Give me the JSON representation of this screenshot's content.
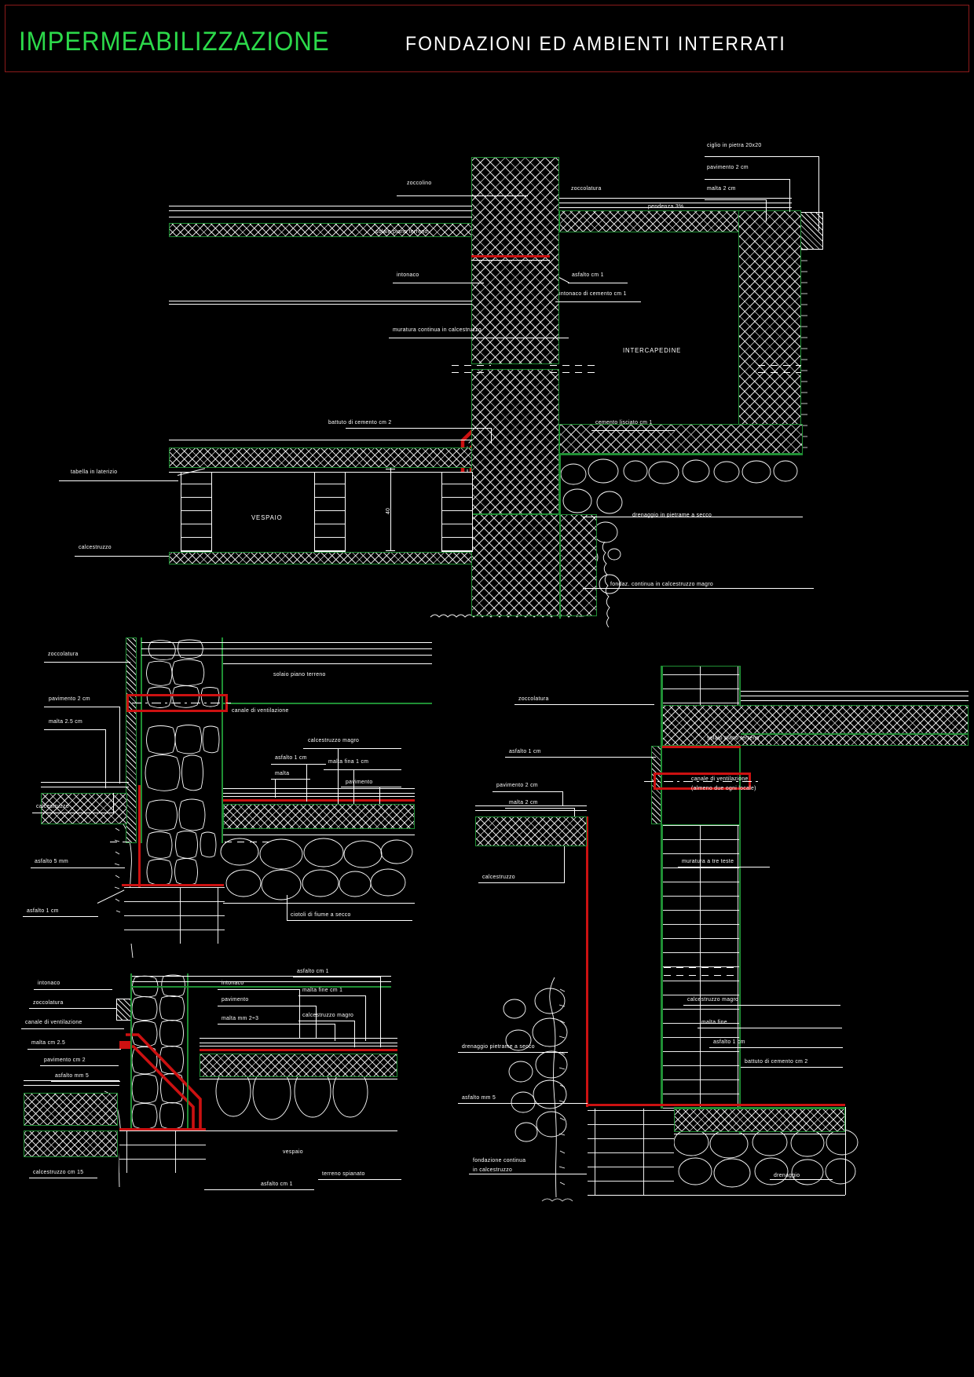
{
  "title": {
    "main": "IMPERMEABILIZZAZIONE",
    "sub": "FONDAZIONI ED AMBIENTI INTERRATI",
    "main_color": "#2cd94a",
    "sub_color": "#ffffff",
    "border_color": "#8b1a1a"
  },
  "palette": {
    "background": "#000000",
    "line": "#ffffff",
    "green": "#1f8f34",
    "red": "#cc1111"
  },
  "details": [
    {
      "id": "detail-top",
      "name": "fondazione con intercapedine e vespaio",
      "labels": [
        "zoccolino",
        "zoccolatura",
        "ciglio in pietra 20x20",
        "pavimento 2 cm",
        "malta 2 cm",
        "pendenza 3%",
        "solaio piano terreno",
        "intonaco",
        "asfalto cm 1",
        "intonaco di cemento cm 1",
        "muratura continua in calcestruzzo",
        "INTERCAPEDINE",
        "battuto di cemento cm 2",
        "cemento lisciato cm 1",
        "tabella in laterizio",
        "VESPAIO",
        "40",
        "drenaggio in pietrame a secco",
        "calcestruzzo",
        "fondaz. continua in calcestruzzo magro"
      ]
    },
    {
      "id": "detail-mid-left",
      "name": "muratura in pietrame con canale di ventilazione",
      "labels": [
        "zoccolatura",
        "pavimento 2 cm",
        "malta 2.5 cm",
        "calcestruzzo",
        "asfalto 5 mm",
        "asfalto 1 cm",
        "solaio piano terreno",
        "canale di ventilazione",
        "calcestruzzo magro",
        "malta fina 1 cm",
        "pavimento",
        "asfalto 1 cm",
        "malta",
        "ciotoli di fiume a secco"
      ]
    },
    {
      "id": "detail-right",
      "name": "muratura a tre teste con drenaggio",
      "labels": [
        "zoccolatura",
        "asfalto 1 cm",
        "pavimento 2 cm",
        "malta 2 cm",
        "calcestruzzo",
        "solaio piano terreno",
        "canale di ventilazione",
        "(almeno due ogni locale)",
        "muratura a tre teste",
        "drenaggio pietrame a secco",
        "asfalto mm 5",
        "calcestruzzo magro",
        "malta fine",
        "asfalto 1 cm",
        "battuto di cemento cm 2",
        "fondazione continua",
        "in calcestruzzo",
        "drenaggio"
      ]
    },
    {
      "id": "detail-bottom-left",
      "name": "zoccolatura con canale di ventilazione e vespaio",
      "labels": [
        "intonaco",
        "zoccolatura",
        "canale di ventilazione",
        "malta cm 2.5",
        "pavimento cm 2",
        "asfalto mm 5",
        "intonaco",
        "pavimento",
        "malta mm 2÷3",
        "asfalto cm 1",
        "malta fine cm 1",
        "calcestruzzo magro",
        "calcestruzzo cm 15",
        "asfalto cm 1",
        "vespaio",
        "terreno spianato"
      ]
    }
  ],
  "annotations": {
    "t_zoccolino": "zoccolino",
    "t_zoccolatura": "zoccolatura",
    "t_ciglio": "ciglio in pietra 20x20",
    "t_pav2": "pavimento 2 cm",
    "t_malta2": "malta 2 cm",
    "t_pendenza": "pendenza 3%",
    "t_solaio": "solaio piano terreno",
    "t_intonaco": "intonaco",
    "t_asfalto1": "asfalto cm 1",
    "t_intcem": "intonaco di cemento cm 1",
    "t_muratura": "muratura continua in calcestruzzo",
    "t_intercapedine": "INTERCAPEDINE",
    "t_battuto2": "battuto di cemento cm 2",
    "t_cemlisc": "cemento lisciato cm 1",
    "t_tabella": "tabella in laterizio",
    "t_vespaio": "VESPAIO",
    "t_dim40": "40",
    "t_drenaggio": "drenaggio in pietrame a secco",
    "t_calcestruzzo": "calcestruzzo",
    "t_fondaz": "fondaz. continua in calcestruzzo magro",
    "m_zoccolatura": "zoccolatura",
    "m_pav2": "pavimento 2 cm",
    "m_malta25": "malta 2.5 cm",
    "m_calcestruzzo": "calcestruzzo",
    "m_asf5mm": "asfalto 5 mm",
    "m_asf1cm": "asfalto 1 cm",
    "m_solaio": "solaio piano terreno",
    "m_canale": "canale di ventilazione",
    "m_ccmagro": "calcestruzzo magro",
    "m_maltafina": "malta fina 1 cm",
    "m_pavimento": "pavimento",
    "m_asfalto1": "asfalto 1 cm",
    "m_malta": "malta",
    "m_ciotoli": "ciotoli di fiume a secco",
    "r_zoccolatura": "zoccolatura",
    "r_asfalto1": "asfalto 1 cm",
    "r_pav2": "pavimento 2 cm",
    "r_malta2": "malta 2 cm",
    "r_calcestruzzo": "calcestruzzo",
    "r_solaio": "solaio piano terreno",
    "r_canale": "canale di ventilazione",
    "r_canale2": "(almeno due ogni locale)",
    "r_muratura": "muratura a tre teste",
    "r_drenaggio": "drenaggio pietrame a secco",
    "r_asfalto5": "asfalto mm 5",
    "r_ccmagro": "calcestruzzo magro",
    "r_maltafine": "malta fine",
    "r_asf1": "asfalto 1 cm",
    "r_battuto": "battuto di cemento cm 2",
    "r_fond1": "fondazione continua",
    "r_fond2": "in calcestruzzo",
    "r_dren2": "drenaggio",
    "b_intonaco": "intonaco",
    "b_zoccolatura": "zoccolatura",
    "b_canale": "canale di ventilazione",
    "b_malta25": "malta cm 2.5",
    "b_pav2": "pavimento cm 2",
    "b_asf5": "asfalto mm 5",
    "b_intonaco2": "intonaco",
    "b_pavimento": "pavimento",
    "b_malta23": "malta mm 2÷3",
    "b_asfalto1": "asfalto cm 1",
    "b_maltafine": "malta fine cm 1",
    "b_ccmagro": "calcestruzzo magro",
    "b_cc15": "calcestruzzo cm 15",
    "b_asfcm1": "asfalto cm 1",
    "b_vespaio": "vespaio",
    "b_terreno": "terreno spianato"
  }
}
